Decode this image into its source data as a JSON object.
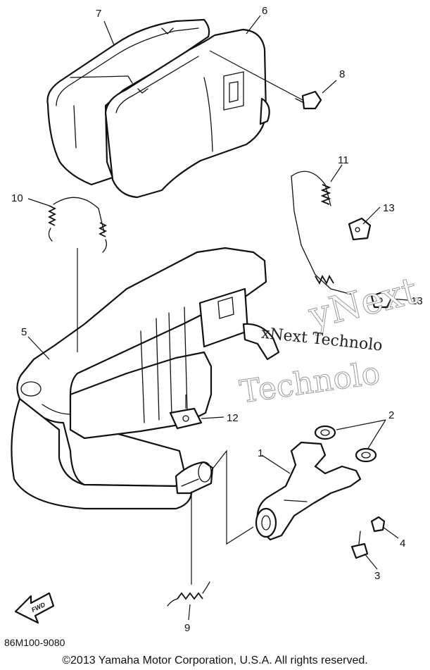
{
  "callouts": {
    "c1": "1",
    "c2": "2",
    "c3": "3",
    "c4": "4",
    "c5": "5",
    "c6": "6",
    "c7": "7",
    "c8": "8",
    "c9": "9",
    "c10": "10",
    "c11": "11",
    "c12": "12",
    "c13a": "13",
    "c13b": "13"
  },
  "fwd_label": "FWD",
  "watermark": {
    "line1": "yNext",
    "line2": "xNext Technolo",
    "line3": "Technolo"
  },
  "part_code": "86M100-9080",
  "copyright": "©2013 Yamaha Motor Corporation, U.S.A. All rights reserved."
}
